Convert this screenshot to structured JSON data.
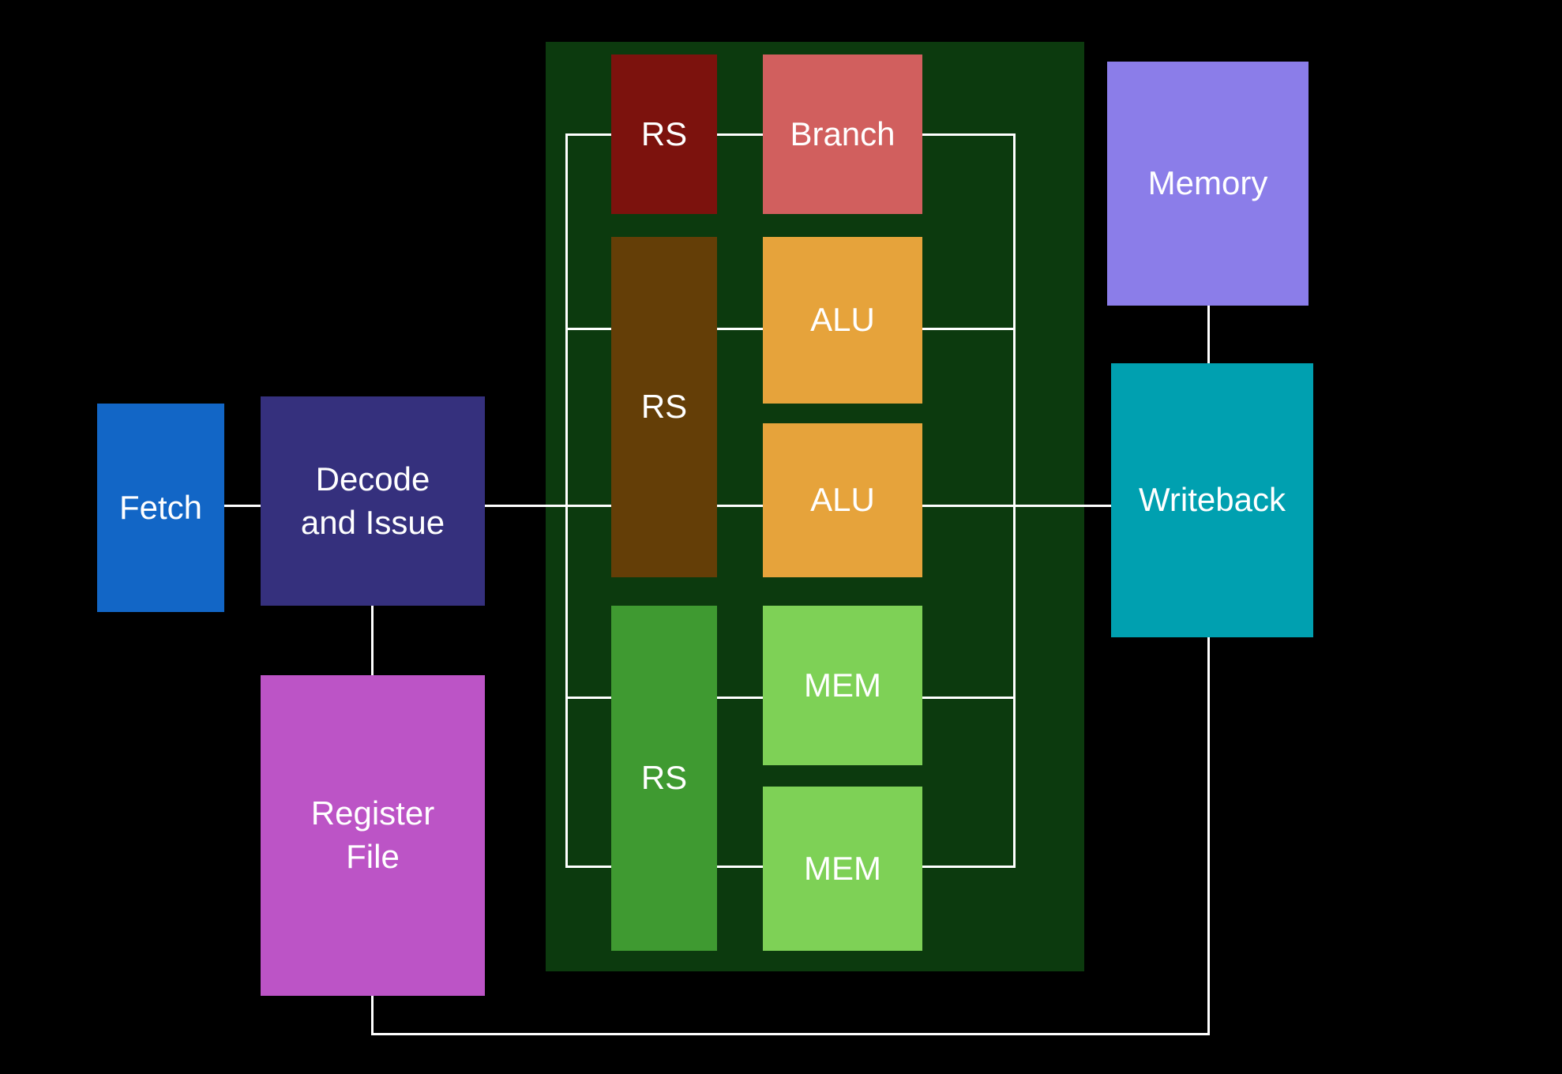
{
  "diagram": {
    "background": "#000000",
    "line_color": "#ffffff",
    "nodes": {
      "fetch": {
        "label": "Fetch",
        "color": "#1266c6"
      },
      "decode": {
        "label": "Decode\nand Issue",
        "color": "#35307d"
      },
      "register_file": {
        "label": "Register\nFile",
        "color": "#bc54c6"
      },
      "rs_branch": {
        "label": "RS",
        "color": "#7c120d"
      },
      "rs_alu": {
        "label": "RS",
        "color": "#643e07"
      },
      "rs_mem": {
        "label": "RS",
        "color": "#3f9a31"
      },
      "branch": {
        "label": "Branch",
        "color": "#d15f5e"
      },
      "alu1": {
        "label": "ALU",
        "color": "#e6a33b"
      },
      "alu2": {
        "label": "ALU",
        "color": "#e6a33b"
      },
      "mem1": {
        "label": "MEM",
        "color": "#7ed156"
      },
      "mem2": {
        "label": "MEM",
        "color": "#7ed156"
      },
      "memory": {
        "label": "Memory",
        "color": "#8b7de9"
      },
      "writeback": {
        "label": "Writeback",
        "color": "#00a0b0"
      },
      "execution_cluster": {
        "label": "",
        "color": "#0c3a0e"
      }
    }
  }
}
